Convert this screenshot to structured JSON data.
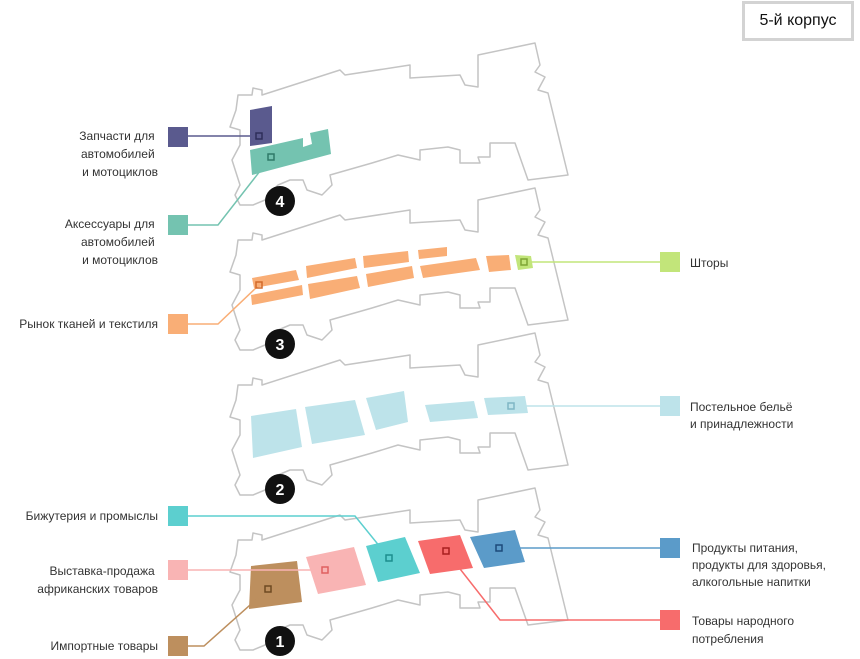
{
  "title": "5-й корпус",
  "floors": [
    {
      "label": "1"
    },
    {
      "label": "2"
    },
    {
      "label": "3"
    },
    {
      "label": "4"
    }
  ],
  "legend": [
    {
      "id": "import",
      "lines": [
        "Импортные товары"
      ],
      "color": "#bd8f5e"
    },
    {
      "id": "african",
      "lines": [
        "Выставка-продажа",
        "африканских товаров"
      ],
      "color": "#f9b4b4"
    },
    {
      "id": "jewelry",
      "lines": [
        "Бижутерия и промыслы"
      ],
      "color": "#5ccfcf"
    },
    {
      "id": "consumer",
      "lines": [
        "Товары народного",
        "потребления"
      ],
      "color": "#f76c6c"
    },
    {
      "id": "food",
      "lines": [
        "Продукты питания,",
        "продукты для здоровья,",
        "алкогольные напитки"
      ],
      "color": "#5b9bc9"
    },
    {
      "id": "bedding",
      "lines": [
        "Постельное бельё",
        "и принадлежности"
      ],
      "color": "#bde3ea"
    },
    {
      "id": "fabric",
      "lines": [
        "Рынок тканей и текстиля"
      ],
      "color": "#f9ae76"
    },
    {
      "id": "curtains",
      "lines": [
        "Шторы"
      ],
      "color": "#c2e57a"
    },
    {
      "id": "accessories",
      "lines": [
        "Аксессуары для",
        "автомобилей",
        "и мотоциклов"
      ],
      "color": "#74c3b0"
    },
    {
      "id": "parts",
      "lines": [
        "Запчасти для",
        "автомобилей",
        "и мотоциклов"
      ],
      "color": "#5a5a8e"
    }
  ]
}
